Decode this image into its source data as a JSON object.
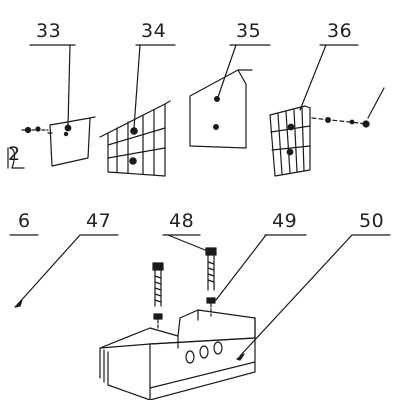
{
  "diagram": {
    "callouts": {
      "part_2_fragment": "2",
      "part_33": "33",
      "part_34": "34",
      "part_35": "35",
      "part_36": "36",
      "part_46_fragment": "6",
      "part_47": "47",
      "part_48": "48",
      "part_49": "49",
      "part_50": "50"
    }
  }
}
